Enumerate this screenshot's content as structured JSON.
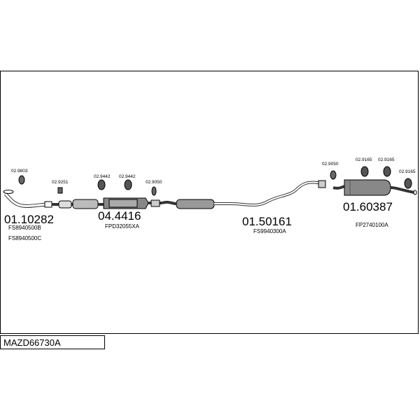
{
  "diagram": {
    "model_code": "MAZD66730A",
    "parts": [
      {
        "number": "01.10282",
        "ref1": "FS8940500B",
        "ref2": "FS8940500C"
      },
      {
        "number": "04.4416",
        "ref1": "FPD32055XA"
      },
      {
        "number": "01.50161",
        "ref1": "FS9940300A"
      },
      {
        "number": "01.60387",
        "ref1": "FP2740100A"
      }
    ],
    "accessories": [
      {
        "code": "02.9803"
      },
      {
        "code": "02.9251"
      },
      {
        "code": "02.9442"
      },
      {
        "code": "02.9442"
      },
      {
        "code": "02.9050"
      },
      {
        "code": "02.9050"
      },
      {
        "code": "02.9165"
      },
      {
        "code": "02.9165"
      },
      {
        "code": "02.9165"
      }
    ]
  }
}
